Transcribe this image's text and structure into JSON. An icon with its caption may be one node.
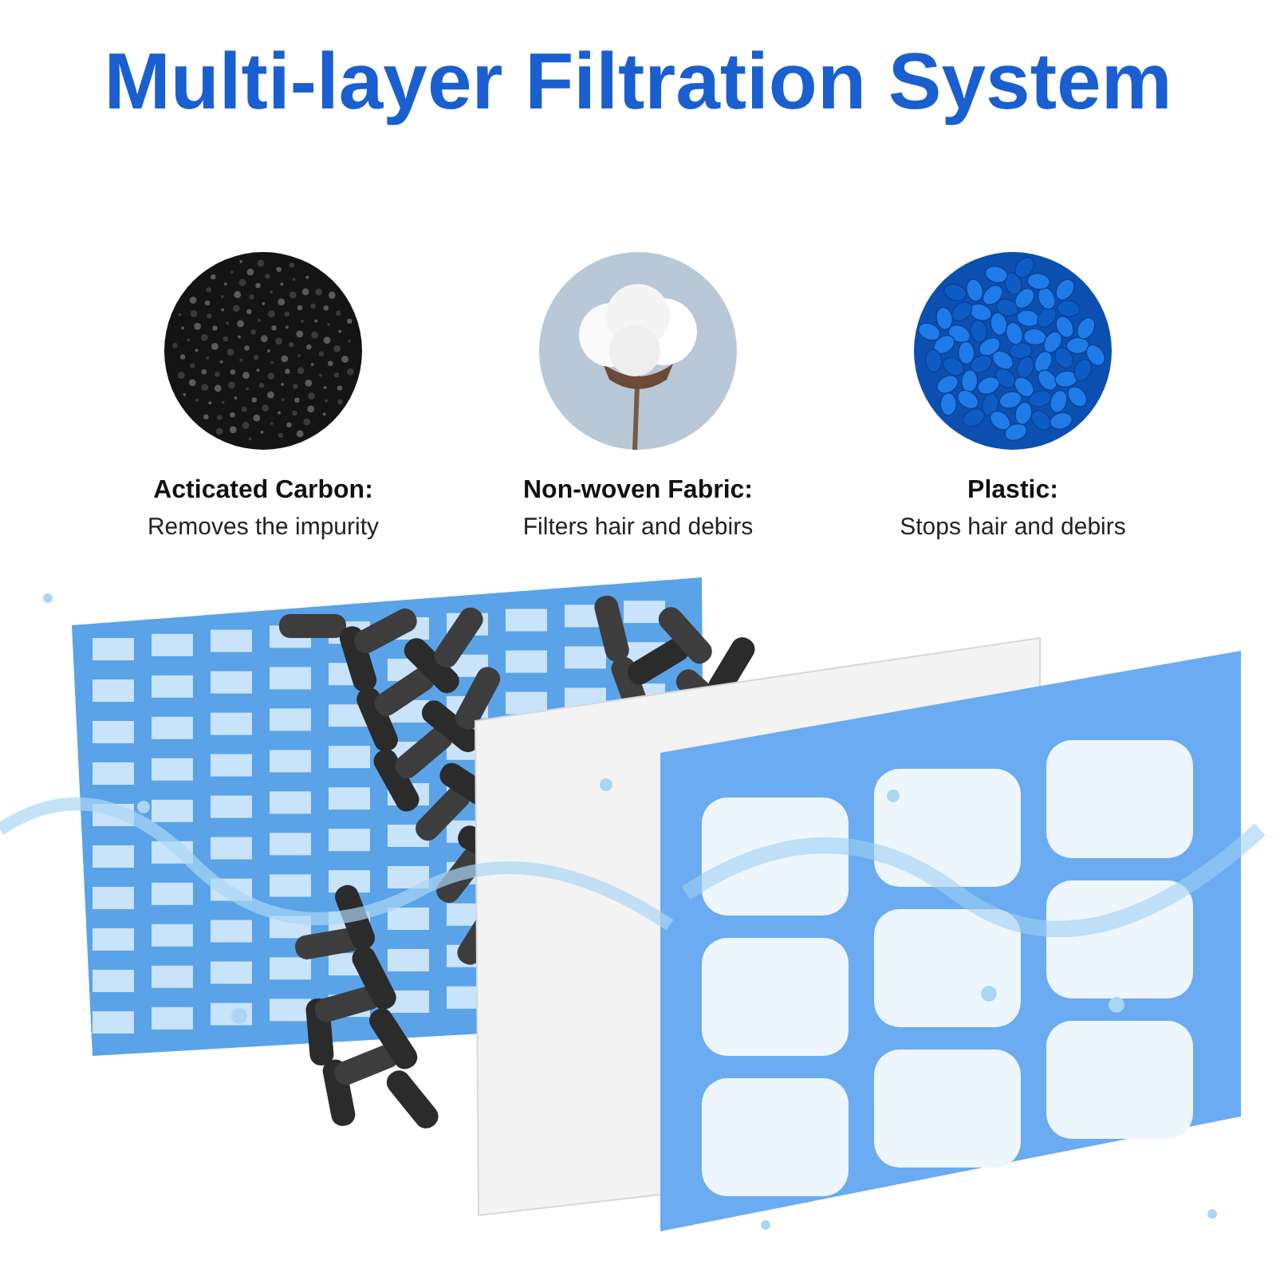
{
  "diagram": {
    "title": "Multi-layer Filtration System",
    "labels": [
      "Acticated Carbon:",
      "Removes the impurity",
      "Non-woven Fabric:",
      "Filters hair and debirs",
      "Plastic:",
      "Stops hair and debirs"
    ]
  }
}
